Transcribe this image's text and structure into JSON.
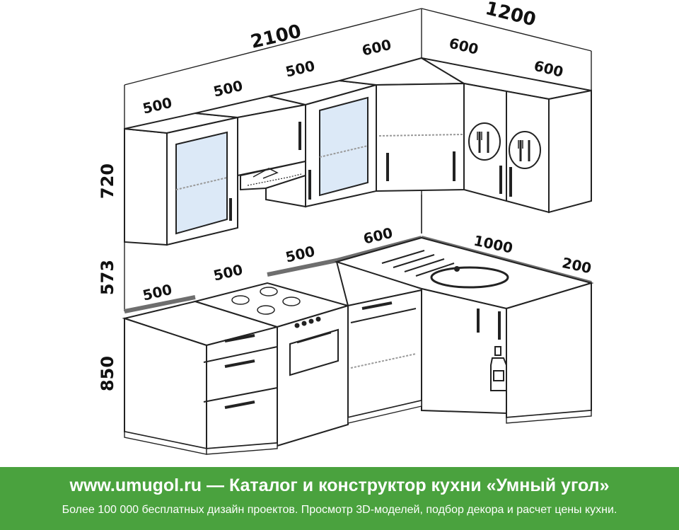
{
  "dimensions": {
    "wall_left_total": "2100",
    "wall_right_total": "1200",
    "upper_cab_1": "500",
    "upper_cab_2": "500",
    "upper_cab_3": "500",
    "upper_corner_left": "600",
    "upper_corner_right": "600",
    "upper_right": "600",
    "upper_height": "720",
    "gap_height": "573",
    "base_height": "850",
    "base_cab_1": "500",
    "base_cab_2": "500",
    "base_cab_3": "500",
    "base_corner": "600",
    "base_right": "1000",
    "base_filler": "200"
  },
  "icons": [
    "cutlery-icon",
    "cutlery-icon",
    "bottle-icon",
    "range-hood-icon",
    "gas-burners-icon",
    "oven-icon",
    "sink-icon"
  ],
  "colors": {
    "footer_bg": "#4aa23e",
    "glass": "#dce9f7",
    "countertop_edge": "#6e6e6e"
  },
  "footer": {
    "title": "www.umugol.ru  —  Каталог и конструктор кухни «Умный угол»",
    "subtitle": "Более 100 000 бесплатных дизайн проектов. Просмотр 3D-моделей, подбор декора и расчет цены кухни."
  }
}
